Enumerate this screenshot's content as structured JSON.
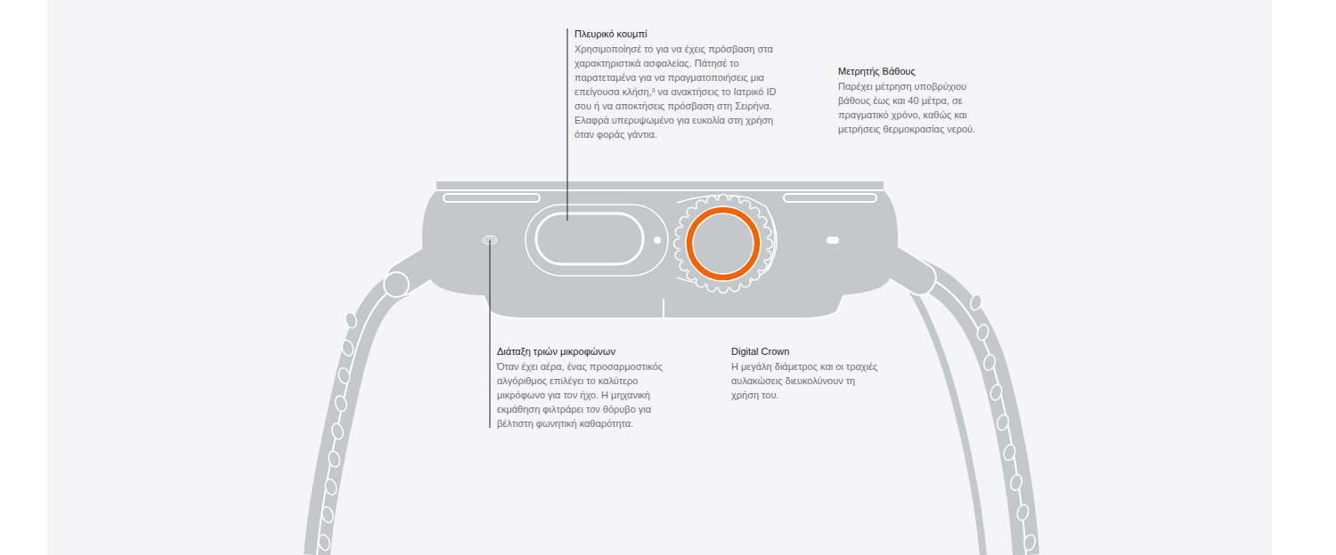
{
  "diagram": {
    "labels": [
      "Πλευρικό κουμπί",
      "Χρησιμοποίησέ το για να έχεις πρόσβαση στα χαρακτηριστικά ασφαλείας. Πάτησέ το παρατεταμένα για να πραγματοποιήσεις μια επείγουσα κλήση,³ να ανακτήσεις το Ιατρικό ID σου ή να αποκτήσεις πρόσβαση στη Σειρήνα. Ελαφρά υπερυψωμένο για ευκολία στη χρήση όταν φοράς γάντια.",
      "Μετρητής Βάθους",
      "Παρέχει μέτρηση υποβρύχιου βάθους έως και 40 μέτρα, σε πραγματικό χρόνο, καθώς και μετρήσεις θερμοκρασίας νερού.",
      "Διάταξη τριών μικροφώνων",
      "Όταν έχει αέρα, ένας προσαρμοστικός αλγόριθμος επιλέγει το καλύτερο μικρόφωνο για τον ήχο. Η μηχανική εκμάθηση φιλτράρει τον θόρυβο για βέλτιστη φωνητική καθαρότητα.",
      "Digital Crown",
      "Η μεγάλη διάμετρος και οι τραχιές αυλακώσεις διευκολύνουν τη χρήση του."
    ]
  }
}
